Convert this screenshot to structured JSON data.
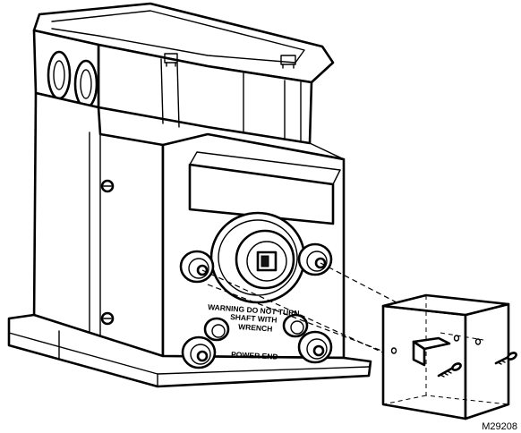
{
  "labels": {
    "warning_line1": "WARNING DO NOT TURN",
    "warning_line2": "SHAFT WITH",
    "warning_line3": "WRENCH",
    "power_end": "POWER END",
    "figure_id": "M29208"
  }
}
